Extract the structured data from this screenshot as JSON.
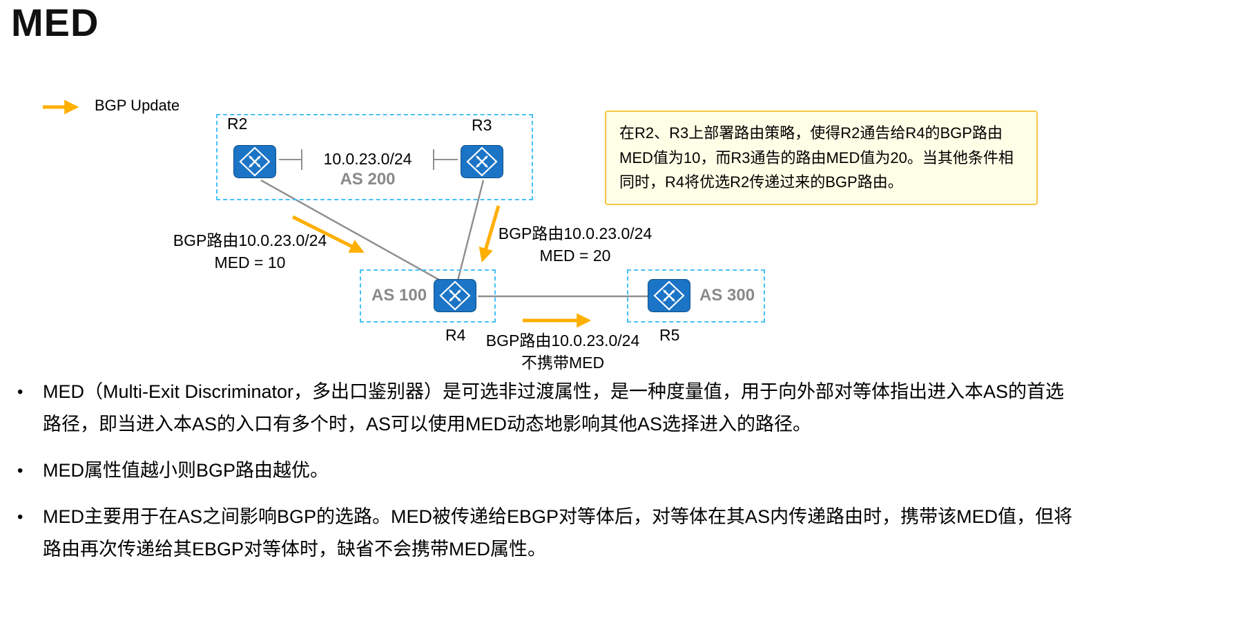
{
  "title": "MED",
  "legend": {
    "label": "BGP Update"
  },
  "diagram": {
    "as200": {
      "label": "AS 200",
      "link_label": "10.0.23.0/24"
    },
    "as100": {
      "label": "AS 100"
    },
    "as300": {
      "label": "AS 300"
    },
    "routers": {
      "r2": "R2",
      "r3": "R3",
      "r4": "R4",
      "r5": "R5"
    },
    "labels": {
      "from_r2": {
        "line1": "BGP路由10.0.23.0/24",
        "line2": "MED = 10"
      },
      "from_r3": {
        "line1": "BGP路由10.0.23.0/24",
        "line2": "MED = 20"
      },
      "from_r4": {
        "line1": "BGP路由10.0.23.0/24",
        "line2": "不携带MED"
      }
    },
    "note": "在R2、R3上部署路由策略，使得R2通告给R4的BGP路由MED值为10，而R3通告的路由MED值为20。当其他条件相同时，R4将优选R2传递过来的BGP路由。"
  },
  "bullets": [
    "MED（Multi-Exit Discriminator，多出口鉴别器）是可选非过渡属性，是一种度量值，用于向外部对等体指出进入本AS的首选路径，即当进入本AS的入口有多个时，AS可以使用MED动态地影响其他AS选择进入的路径。",
    "MED属性值越小则BGP路由越优。",
    "MED主要用于在AS之间影响BGP的选路。MED被传递给EBGP对等体后，对等体在其AS内传递路由时，携带该MED值，但将路由再次传递给其EBGP对等体时，缺省不会携带MED属性。"
  ],
  "colors": {
    "accent_orange": "#FFAF00",
    "router_blue": "#1B74C5",
    "dashed_border": "#45C0F5",
    "note_bg": "#FFFEE6",
    "note_border": "#F5C842",
    "line_gray": "#8F8F8F",
    "as_label_gray": "#898989"
  }
}
